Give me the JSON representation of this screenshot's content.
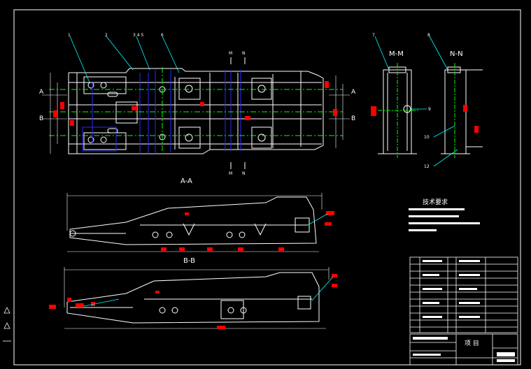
{
  "views": {
    "section_aa": "A-A",
    "section_bb": "B-B",
    "view_mm": "M-M",
    "view_nn": "N-N"
  },
  "cut_marks": {
    "a_left": "A",
    "a_right": "A",
    "b_left": "B",
    "b_right": "B",
    "m_top": "M",
    "n_top": "N",
    "m_bottom": "M",
    "n_bottom": "N"
  },
  "balloons": {
    "b1": "1",
    "b2": "2",
    "b345": "3 4 5",
    "b6": "6",
    "b7": "7",
    "b8": "8",
    "b9": "9",
    "b10": "10",
    "b12": "12"
  },
  "notes": {
    "title": "技术要求"
  },
  "title_block": {
    "name_cell": "项 目"
  },
  "colors": {
    "background": "#000000",
    "outline": "#ffffff",
    "centerline": "#00ff00",
    "hidden_blue": "#2a2aff",
    "dimension_red": "#ff0000",
    "leader_cyan": "#00ffff"
  }
}
